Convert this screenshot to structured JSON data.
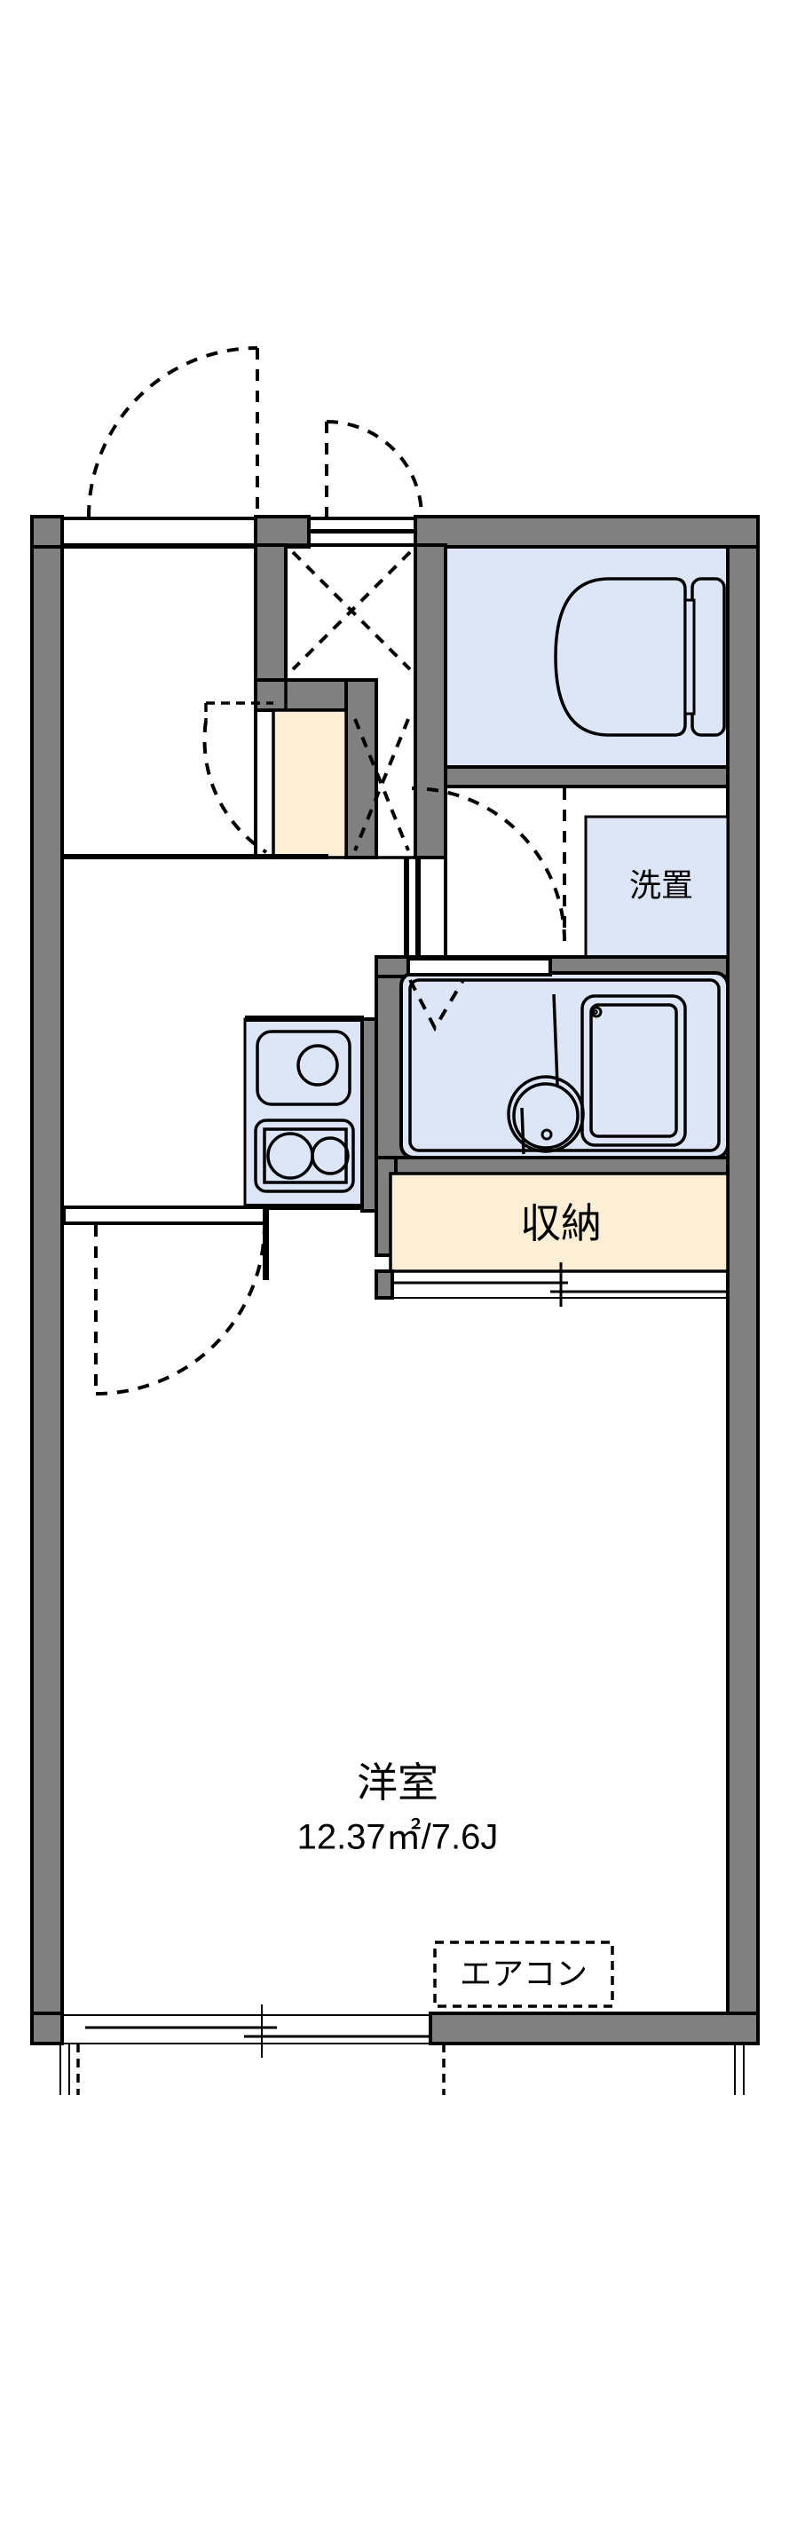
{
  "document": {
    "type": "floor-plan",
    "style": "japanese-apartment-madori",
    "layout_code": "1K",
    "background_color": "#ffffff"
  },
  "colors": {
    "wall_fill": "#808080",
    "outline": "#000000",
    "fixture_fill": "#dce6f7",
    "closet_fill": "#fdeed6",
    "room_fill": "#ffffff"
  },
  "rooms": [
    {
      "id": "main-room",
      "name": "洋室",
      "area_metric": "12.37㎡",
      "area_tatami": "7.6J",
      "area_label": "12.37㎡/7.6J",
      "fill": "#ffffff"
    },
    {
      "id": "closet",
      "name": "収納",
      "fill": "#fdeed6"
    },
    {
      "id": "washer-space",
      "name": "洗置",
      "fill": "#dce6f7"
    }
  ],
  "annotations": [
    {
      "id": "aircon",
      "name": "エアコン",
      "style": "dashed-box"
    }
  ],
  "fixtures": [
    {
      "id": "toilet",
      "name": "toilet-fixture",
      "fill": "#dce6f7"
    },
    {
      "id": "toilet-tank",
      "name": "toilet-tank",
      "fill": "#dce6f7"
    },
    {
      "id": "unit-bath",
      "name": "unit-bath-room",
      "fill": "#dce6f7"
    },
    {
      "id": "bathtub",
      "name": "bathtub",
      "fill": "#dce6f7"
    },
    {
      "id": "bath-washbasin",
      "name": "washbasin",
      "fill": "#dce6f7"
    },
    {
      "id": "kitchen-sink",
      "name": "kitchen-sink",
      "fill": "#dce6f7"
    },
    {
      "id": "gas-stove",
      "name": "two-burner-stove",
      "fill": "#dce6f7"
    },
    {
      "id": "washer-pan",
      "name": "washing-machine-pan",
      "fill": "#dce6f7"
    },
    {
      "id": "shoe-closet",
      "name": "shoe-closet",
      "fill": "#fdeed6"
    },
    {
      "id": "genkan",
      "name": "genkan-tataki",
      "fill": "#ffffff"
    }
  ],
  "openings": [
    {
      "id": "entry-door",
      "name": "entrance-door",
      "type": "hinged-door"
    },
    {
      "id": "north-window",
      "name": "north-window",
      "type": "window"
    },
    {
      "id": "room-door",
      "name": "main-room-door",
      "type": "hinged-door"
    },
    {
      "id": "toilet-door",
      "name": "toilet-door",
      "type": "hinged-door"
    },
    {
      "id": "bath-door",
      "name": "bath-door",
      "type": "folding-door"
    },
    {
      "id": "shoe-closet-door",
      "name": "shoe-closet-door",
      "type": "hinged-door"
    },
    {
      "id": "closet-door",
      "name": "closet-sliding-door",
      "type": "sliding-door"
    },
    {
      "id": "balcony-window",
      "name": "balcony-sliding-window",
      "type": "sliding-window"
    }
  ]
}
